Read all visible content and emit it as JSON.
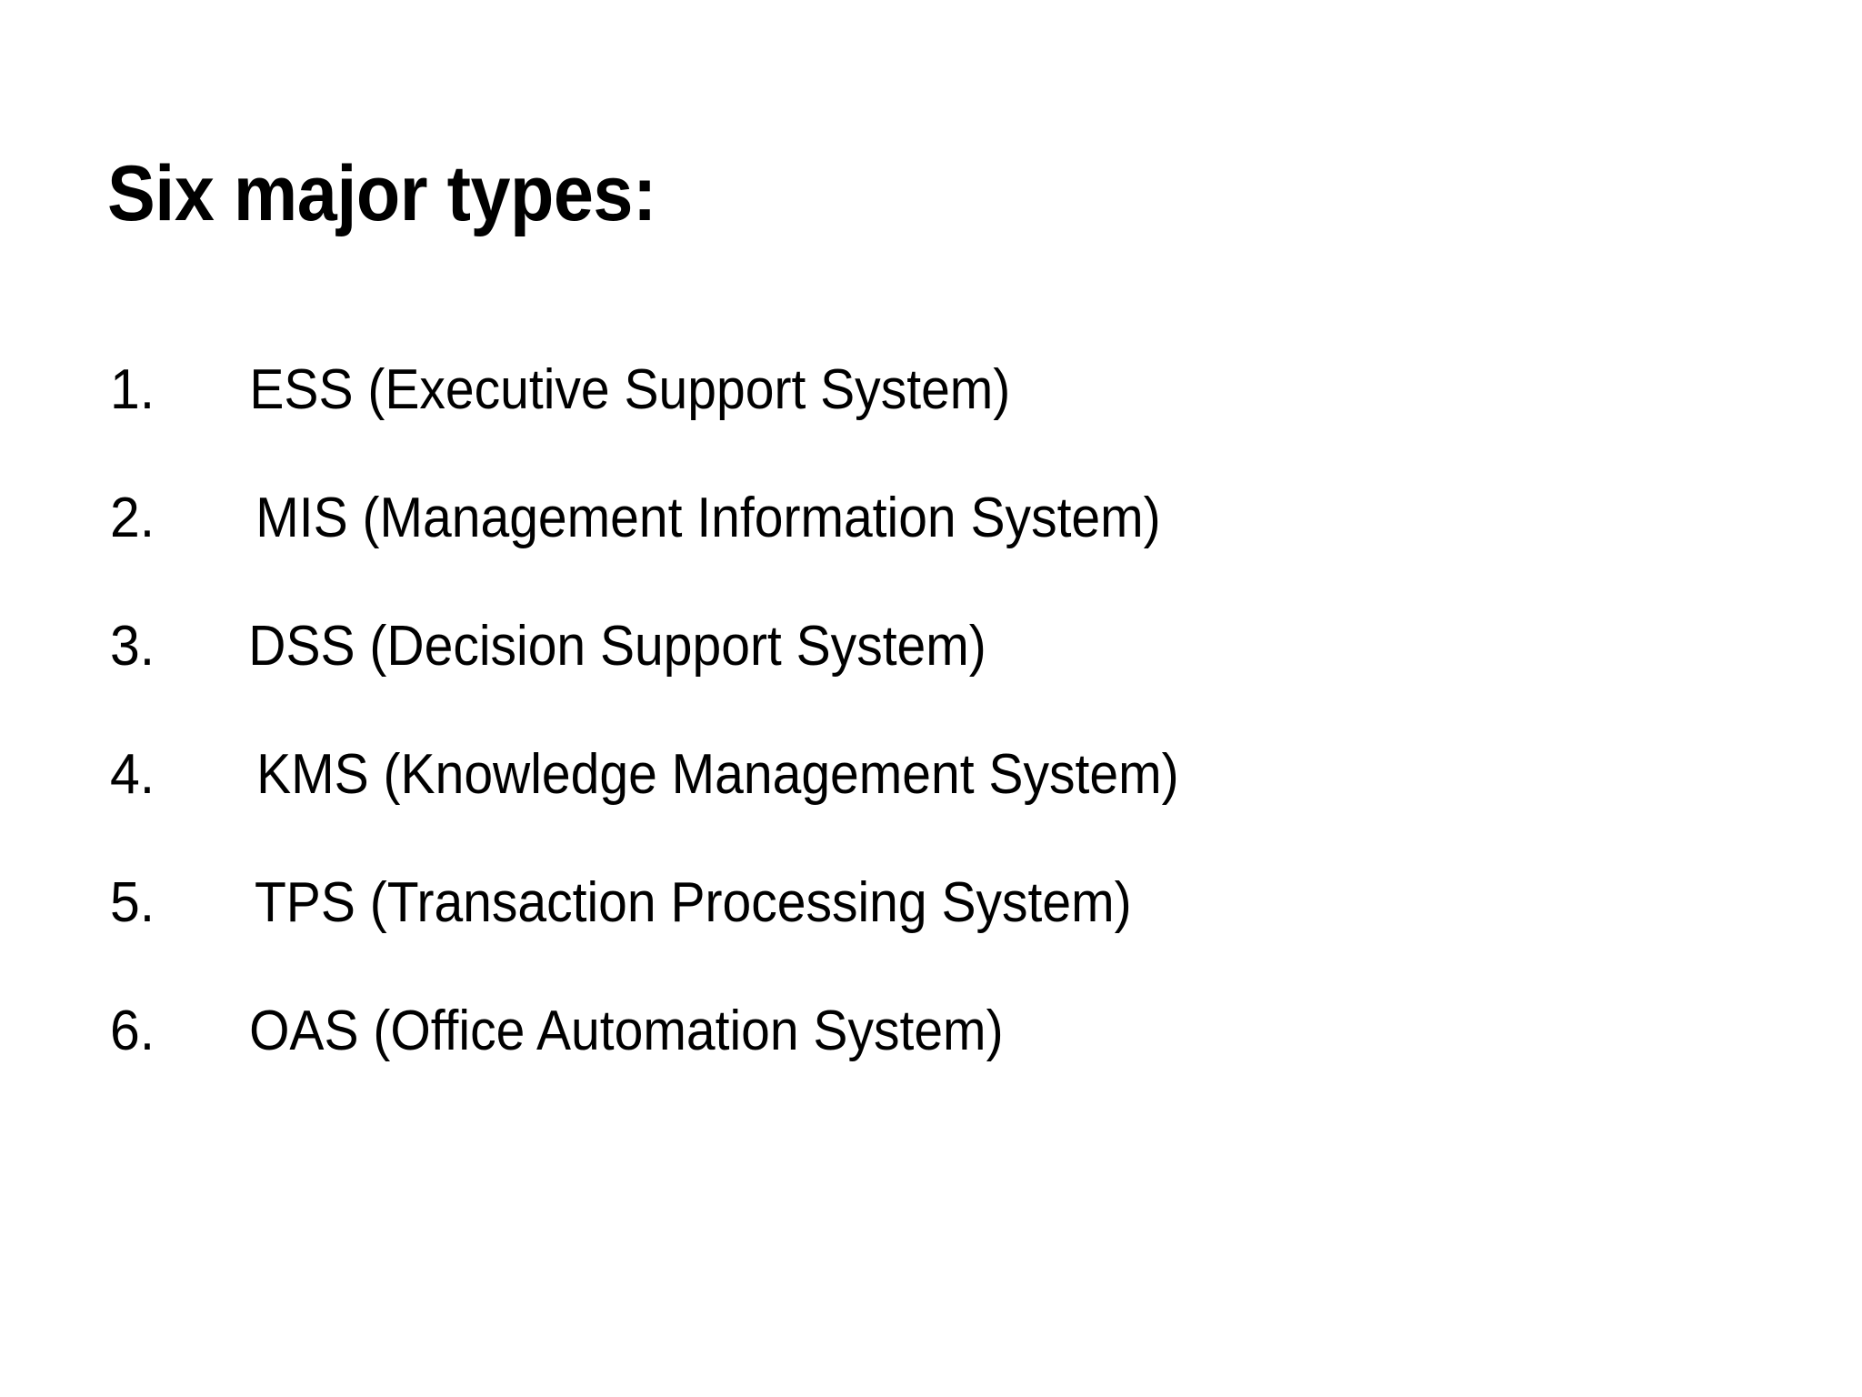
{
  "slide": {
    "background_color": "#ffffff",
    "text_color": "#000000",
    "title": "Six major types:",
    "list": {
      "type": "ordered-decimal",
      "items": [
        {
          "number": "1.",
          "text": "ESS (Executive Support System)"
        },
        {
          "number": "2.",
          "text": "MIS (Management Information System)"
        },
        {
          "number": "3.",
          "text": "DSS (Decision Support System)"
        },
        {
          "number": "4.",
          "text": "KMS (Knowledge Management System)"
        },
        {
          "number": "5.",
          "text": "TPS (Transaction Processing System)"
        },
        {
          "number": "6.",
          "text": "OAS (Office Automation System)"
        }
      ]
    }
  }
}
